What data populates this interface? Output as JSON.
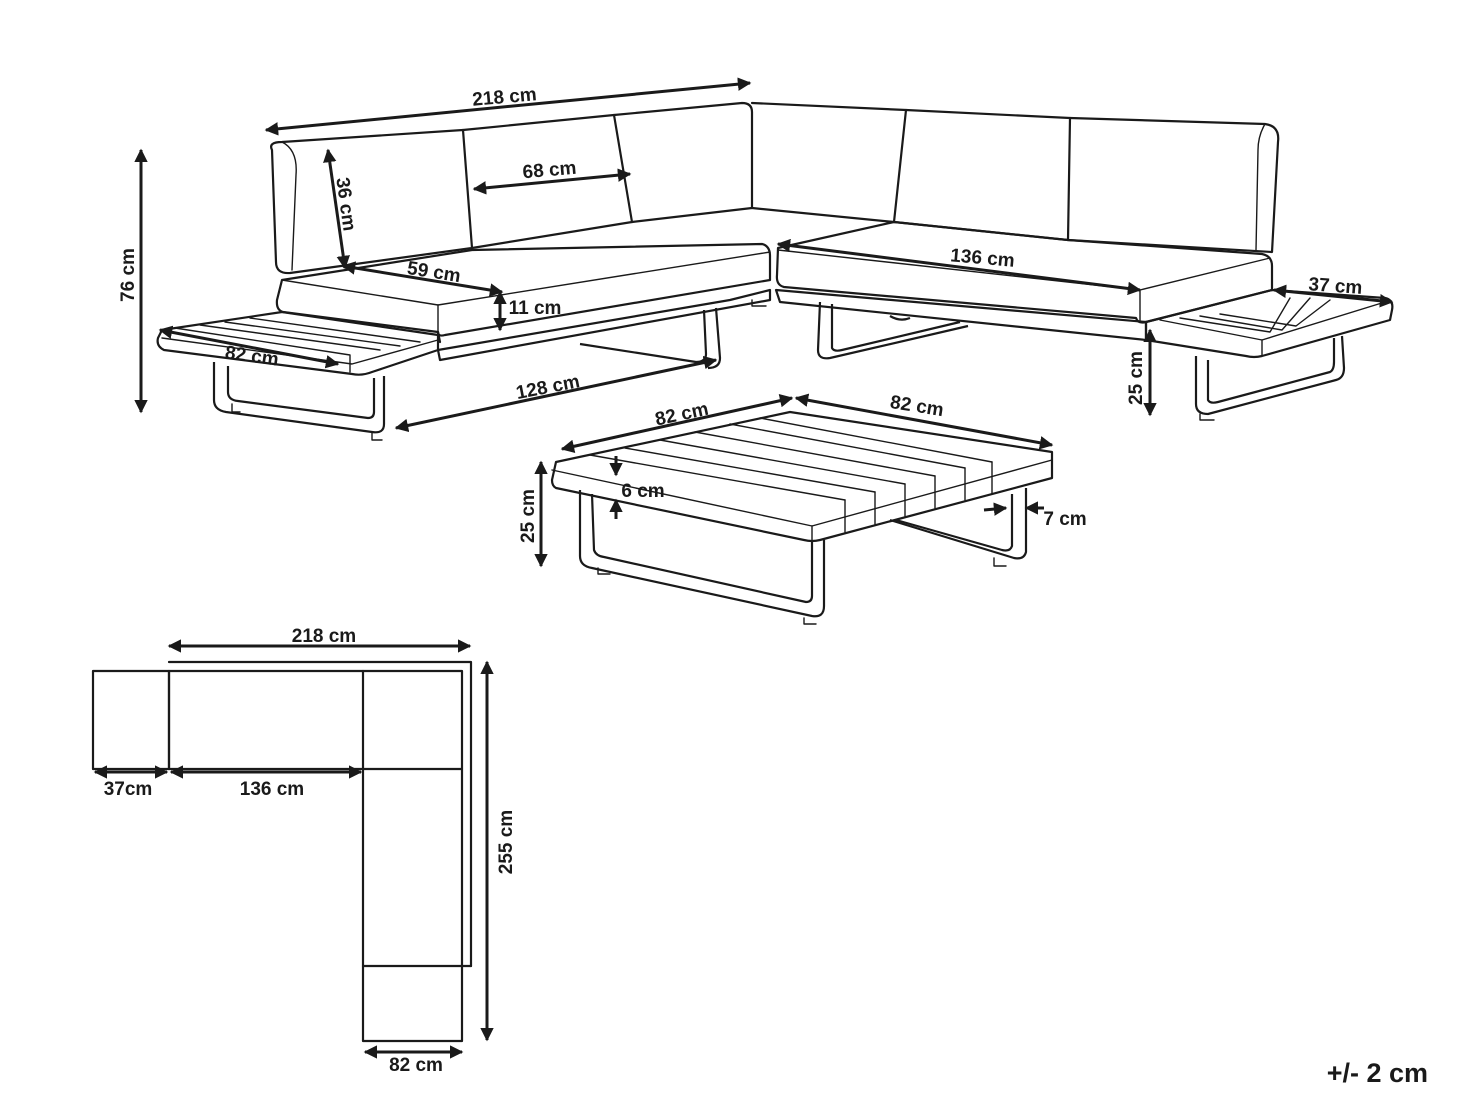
{
  "tolerance": "+/- 2 cm",
  "sofa": {
    "total_width": "218 cm",
    "back_height": "36 cm",
    "backrest_width": "68 cm",
    "total_height": "76 cm",
    "seat_depth": "59 cm",
    "seat_thickness": "11 cm",
    "side_table_left": "82 cm",
    "inner_length": "128 cm",
    "right_seat_width": "136 cm",
    "side_table_right": "37 cm",
    "side_table_height": "25 cm"
  },
  "coffee_table": {
    "width": "82 cm",
    "depth": "82 cm",
    "height": "25 cm",
    "top_thickness": "6 cm",
    "leg_width": "7 cm"
  },
  "plan": {
    "top_width": "218 cm",
    "side_table": "37cm",
    "seat_width": "136 cm",
    "total_depth": "255 cm",
    "bottom_width": "82 cm"
  }
}
